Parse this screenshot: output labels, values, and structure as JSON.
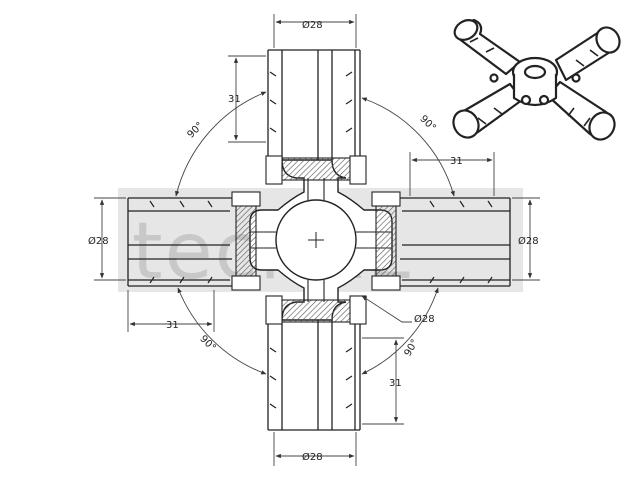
{
  "watermark": {
    "text": "techXL",
    "color": "#c8c8c8"
  },
  "dimensions": {
    "diameter": "Ø28",
    "length": "31",
    "angle": "90°"
  },
  "colors": {
    "line": "#222222",
    "dim_line": "#444444",
    "hatch": "#666666",
    "watermark_band": "#d9d9d9"
  },
  "iso_view": {
    "icon": "cross-connector-iso-icon"
  }
}
